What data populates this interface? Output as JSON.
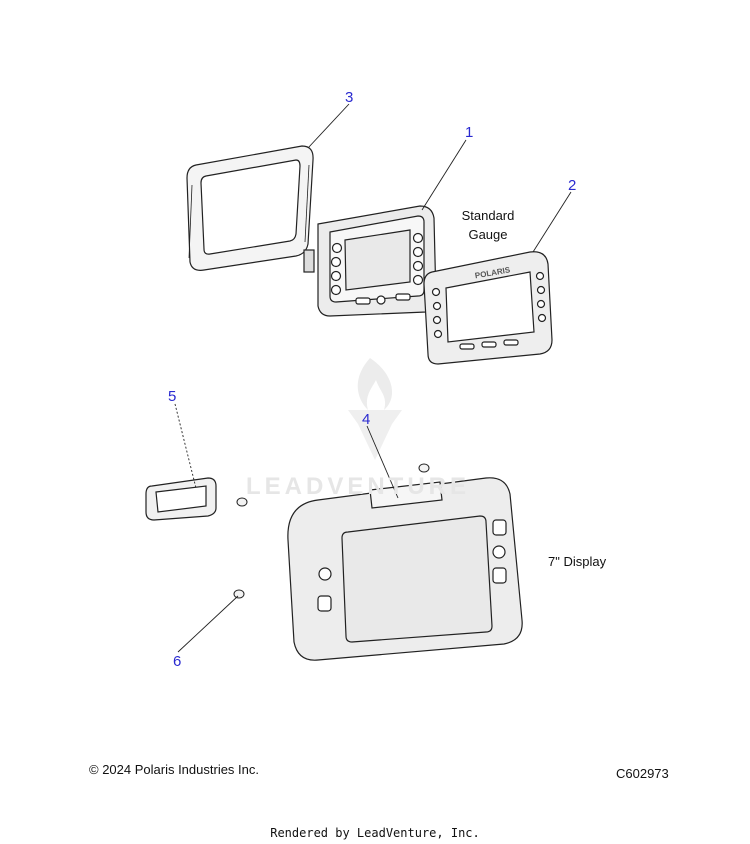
{
  "callouts": {
    "c1": "1",
    "c2": "2",
    "c3": "3",
    "c4": "4",
    "c5": "5",
    "c6": "6"
  },
  "labels": {
    "standard_gauge_line1": "Standard",
    "standard_gauge_line2": "Gauge",
    "display": "7\" Display"
  },
  "gauge_brand": "POLARIS",
  "watermark": "LEADVENTURE",
  "footer": {
    "copyright": "© 2024 Polaris Industries Inc.",
    "code": "C602973",
    "rendered_by": "Rendered by LeadVenture, Inc."
  },
  "colors": {
    "callout": "#2a2ad0",
    "line": "#222222",
    "part_fill": "#f2f2f2",
    "watermark": "#e6e6e6"
  }
}
